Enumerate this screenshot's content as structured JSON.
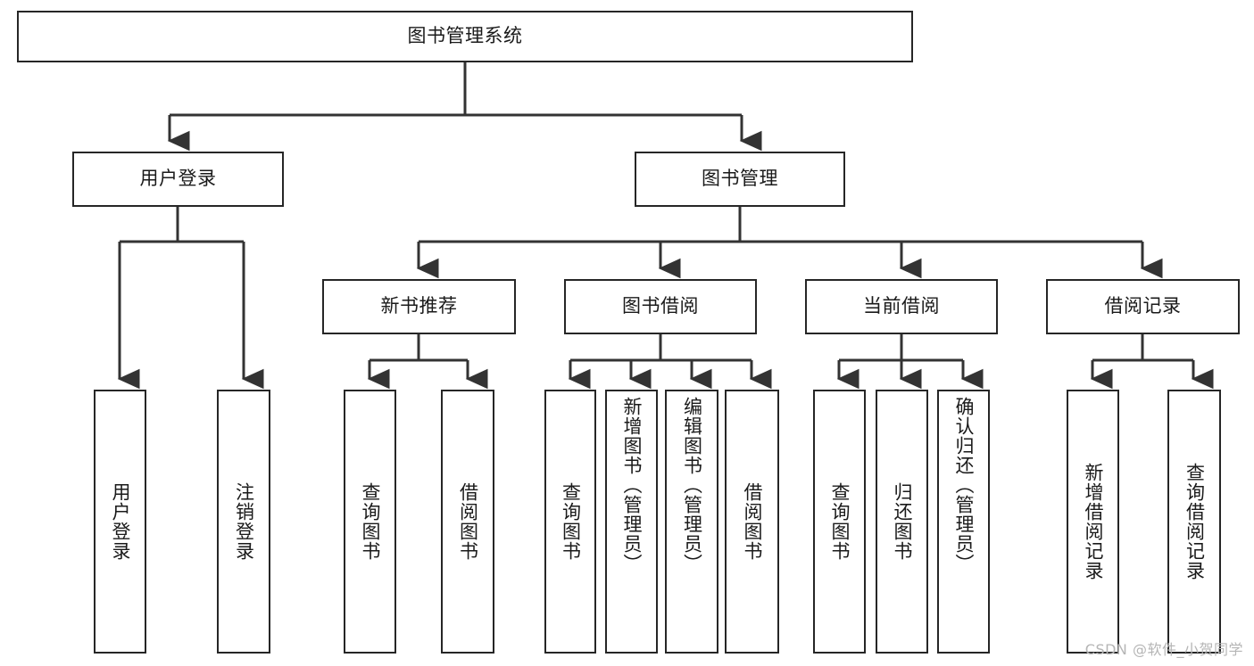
{
  "diagram": {
    "title": "图书管理系统",
    "watermark": "CSDN @软件_小贺同学",
    "colors": {
      "box_border": "#262626",
      "box_fill": "#ffffff",
      "connector": "#333333",
      "text": "#1a1a1a",
      "watermark": "#b5b5b5",
      "background": "#ffffff"
    },
    "root": {
      "label": "图书管理系统"
    },
    "level2": [
      {
        "label": "用户登录"
      },
      {
        "label": "图书管理"
      }
    ],
    "level3": [
      {
        "label": "新书推荐"
      },
      {
        "label": "图书借阅"
      },
      {
        "label": "当前借阅"
      },
      {
        "label": "借阅记录"
      }
    ],
    "leaves": {
      "user_login": [
        {
          "label": "用户登录"
        },
        {
          "label": "注销登录"
        }
      ],
      "new_book_recommend": [
        {
          "label": "查询图书"
        },
        {
          "label": "借阅图书"
        }
      ],
      "book_borrow": [
        {
          "label": "查询图书"
        },
        {
          "label": "新增图书（管理员）"
        },
        {
          "label": "编辑图书（管理员）"
        },
        {
          "label": "借阅图书"
        }
      ],
      "current_borrow": [
        {
          "label": "查询图书"
        },
        {
          "label": "归还图书"
        },
        {
          "label": "确认归还（管理员）"
        }
      ],
      "borrow_record": [
        {
          "label": "新增借阅记录"
        },
        {
          "label": "查询借阅记录"
        }
      ]
    }
  }
}
